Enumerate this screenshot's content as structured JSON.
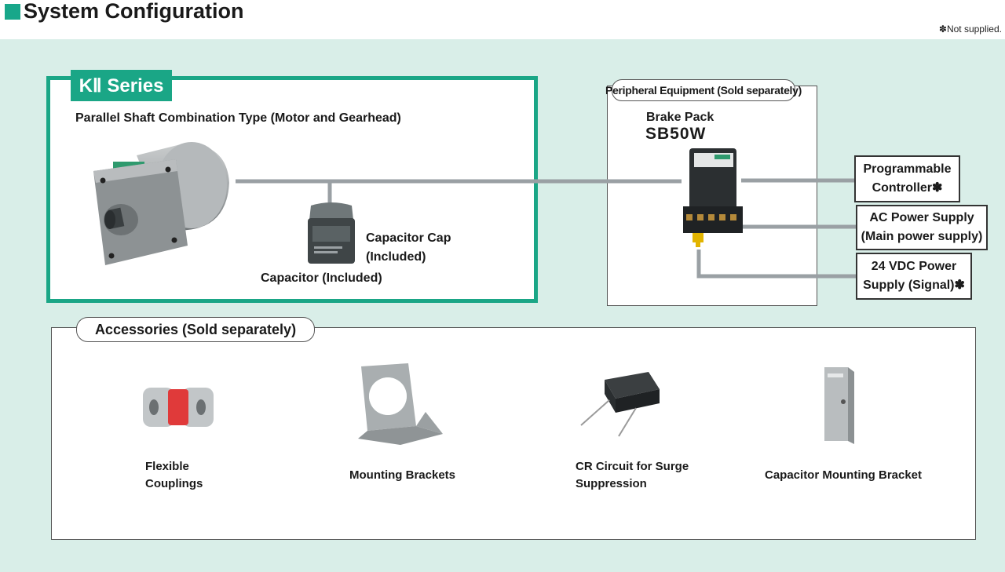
{
  "header": {
    "title": "System Configuration",
    "note": "✽Not supplied.",
    "accent_color": "#18a78a",
    "panel_color": "#d9eee8"
  },
  "series": {
    "tab_label": "KⅡ Series",
    "subtitle": "Parallel Shaft Combination Type (Motor and Gearhead)",
    "capacitor_cap_line1": "Capacitor Cap",
    "capacitor_cap_line2": "(Included)",
    "capacitor_label": "Capacitor (Included)",
    "border_color": "#1aa686"
  },
  "peripheral": {
    "tab_label": "Peripheral Equipment (Sold separately)",
    "brake_label": "Brake Pack",
    "brake_model": "SB50W"
  },
  "external": [
    {
      "line1": "Programmable",
      "line2": "Controller✽"
    },
    {
      "line1": "AC Power Supply",
      "line2": "(Main power supply)"
    },
    {
      "line1": "24 VDC Power",
      "line2": "Supply (Signal)✽"
    }
  ],
  "accessories": {
    "tab_label": "Accessories (Sold separately)",
    "items": [
      {
        "line1": "Flexible",
        "line2": "Couplings",
        "icon": "coupling-icon"
      },
      {
        "line1": "Mounting Brackets",
        "line2": "",
        "icon": "bracket-icon"
      },
      {
        "line1": "CR Circuit for Surge",
        "line2": "Suppression",
        "icon": "cr-circuit-icon"
      },
      {
        "line1": "Capacitor Mounting Bracket",
        "line2": "",
        "icon": "capacitor-bracket-icon"
      }
    ]
  }
}
